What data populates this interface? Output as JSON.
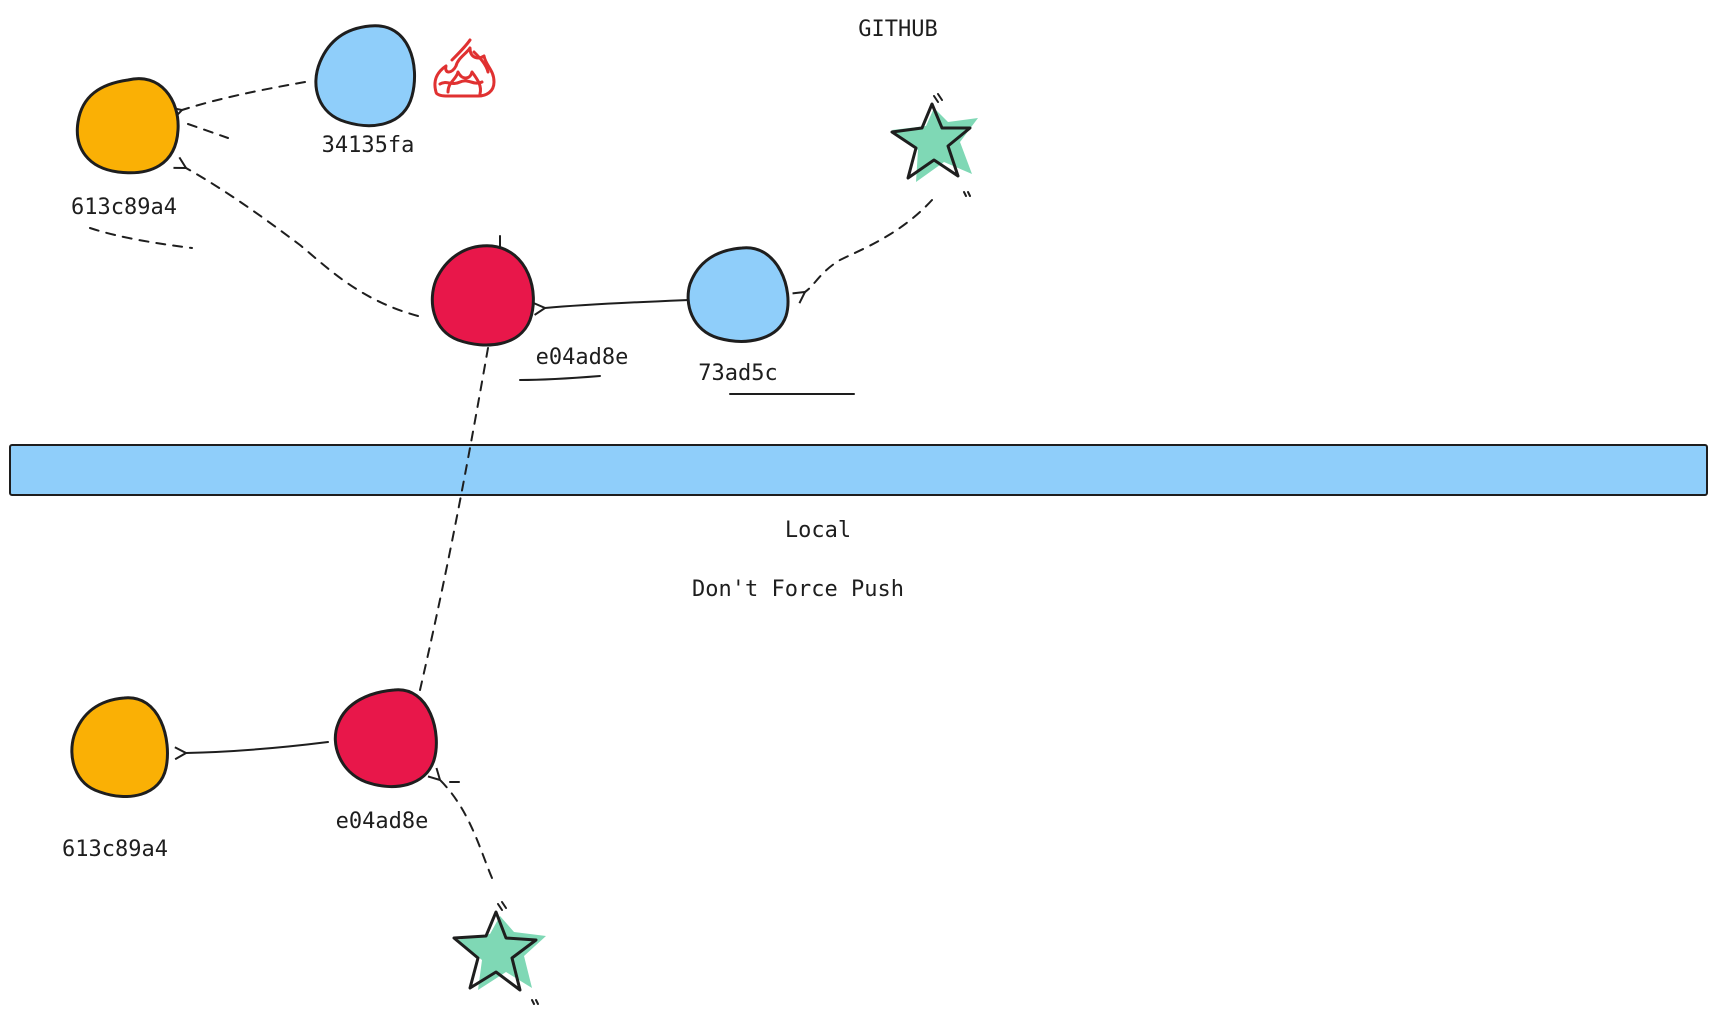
{
  "labels": {
    "remote_title": "GITHUB",
    "local_title": "Local",
    "note": "Don't Force Push"
  },
  "commits": {
    "remote_base": "613c89a4",
    "remote_discarded": "34135fa",
    "remote_e04": "e04ad8e",
    "remote_new": "73ad5c",
    "local_base": "613c89a4",
    "local_e04": "e04ad8e"
  },
  "colors": {
    "base_commit": "#fab005",
    "shared_commit": "#e8174a",
    "remote_only_commit": "#8fcefa",
    "head_star": "#7fd8b5",
    "fire": "#e03131",
    "divider": "#8fcefa"
  },
  "icons": {
    "head_marker": "star-icon",
    "discarded_marker": "fire-icon"
  }
}
